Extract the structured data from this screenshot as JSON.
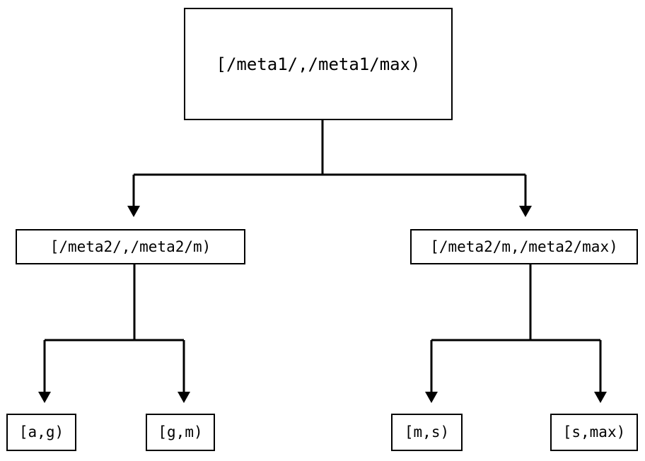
{
  "diagram": {
    "type": "tree",
    "title": "",
    "orientation": "top-down",
    "background_color": "#ffffff",
    "line_color": "#000000",
    "text_color": "#000000",
    "nodes": {
      "root": {
        "label": "[/meta1/,/meta1/max)"
      },
      "mid_left": {
        "label": "[/meta2/,/meta2/m)"
      },
      "mid_right": {
        "label": "[/meta2/m,/meta2/max)"
      },
      "leaf_ag": {
        "label": "[a,g)"
      },
      "leaf_gm": {
        "label": "[g,m)"
      },
      "leaf_ms": {
        "label": "[m,s)"
      },
      "leaf_smax": {
        "label": "[s,max)"
      }
    },
    "edges": [
      {
        "from": "root",
        "to": "mid_left",
        "arrow": "down"
      },
      {
        "from": "root",
        "to": "mid_right",
        "arrow": "down"
      },
      {
        "from": "mid_left",
        "to": "leaf_ag",
        "arrow": "down"
      },
      {
        "from": "mid_left",
        "to": "leaf_gm",
        "arrow": "down"
      },
      {
        "from": "mid_right",
        "to": "leaf_ms",
        "arrow": "down"
      },
      {
        "from": "mid_right",
        "to": "leaf_smax",
        "arrow": "down"
      }
    ]
  }
}
